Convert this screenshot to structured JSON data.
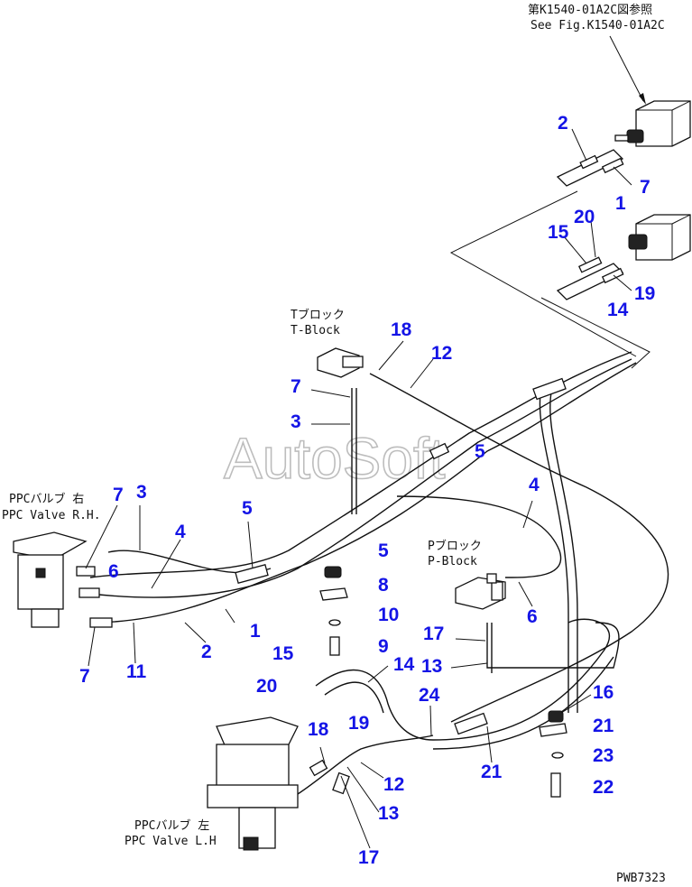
{
  "drawing_code": "PWB7323",
  "watermark": "AutoSoft",
  "references": {
    "line1": "第K1540-01A2C図参照",
    "line2": "See Fig.K1540-01A2C"
  },
  "components": {
    "t_block_jp": "Tブロック",
    "t_block_en": "T-Block",
    "p_block_jp": "Pブロック",
    "p_block_en": "P-Block",
    "ppc_rh_jp": "PPCバルブ 右",
    "ppc_rh_en": "PPC Valve R.H.",
    "ppc_lh_jp": "PPCバルブ 左",
    "ppc_lh_en": "PPC Valve L.H"
  },
  "callouts": [
    {
      "id": "c-2a",
      "text": "2"
    },
    {
      "id": "c-7a",
      "text": "7"
    },
    {
      "id": "c-1a",
      "text": "1"
    },
    {
      "id": "c-20a",
      "text": "20"
    },
    {
      "id": "c-15a",
      "text": "15"
    },
    {
      "id": "c-19a",
      "text": "19"
    },
    {
      "id": "c-14a",
      "text": "14"
    },
    {
      "id": "c-18a",
      "text": "18"
    },
    {
      "id": "c-12a",
      "text": "12"
    },
    {
      "id": "c-7b",
      "text": "7"
    },
    {
      "id": "c-3a",
      "text": "3"
    },
    {
      "id": "c-5a",
      "text": "5"
    },
    {
      "id": "c-7c",
      "text": "7"
    },
    {
      "id": "c-3b",
      "text": "3"
    },
    {
      "id": "c-4a",
      "text": "4"
    },
    {
      "id": "c-5b",
      "text": "5"
    },
    {
      "id": "c-6a",
      "text": "6"
    },
    {
      "id": "c-4b",
      "text": "4"
    },
    {
      "id": "c-5c",
      "text": "5"
    },
    {
      "id": "c-8",
      "text": "8"
    },
    {
      "id": "c-10",
      "text": "10"
    },
    {
      "id": "c-6b",
      "text": "6"
    },
    {
      "id": "c-1b",
      "text": "1"
    },
    {
      "id": "c-2b",
      "text": "2"
    },
    {
      "id": "c-9",
      "text": "9"
    },
    {
      "id": "c-17a",
      "text": "17"
    },
    {
      "id": "c-13a",
      "text": "13"
    },
    {
      "id": "c-7d",
      "text": "7"
    },
    {
      "id": "c-11",
      "text": "11"
    },
    {
      "id": "c-15b",
      "text": "15"
    },
    {
      "id": "c-14b",
      "text": "14"
    },
    {
      "id": "c-20b",
      "text": "20"
    },
    {
      "id": "c-24",
      "text": "24"
    },
    {
      "id": "c-16",
      "text": "16"
    },
    {
      "id": "c-19b",
      "text": "19"
    },
    {
      "id": "c-18b",
      "text": "18"
    },
    {
      "id": "c-21a",
      "text": "21"
    },
    {
      "id": "c-23",
      "text": "23"
    },
    {
      "id": "c-12b",
      "text": "12"
    },
    {
      "id": "c-21b",
      "text": "21"
    },
    {
      "id": "c-22",
      "text": "22"
    },
    {
      "id": "c-13b",
      "text": "13"
    },
    {
      "id": "c-17b",
      "text": "17"
    }
  ],
  "colors": {
    "callout": "#1414e6",
    "line": "#111111",
    "watermark": "#bdbdbd",
    "background": "#ffffff"
  }
}
